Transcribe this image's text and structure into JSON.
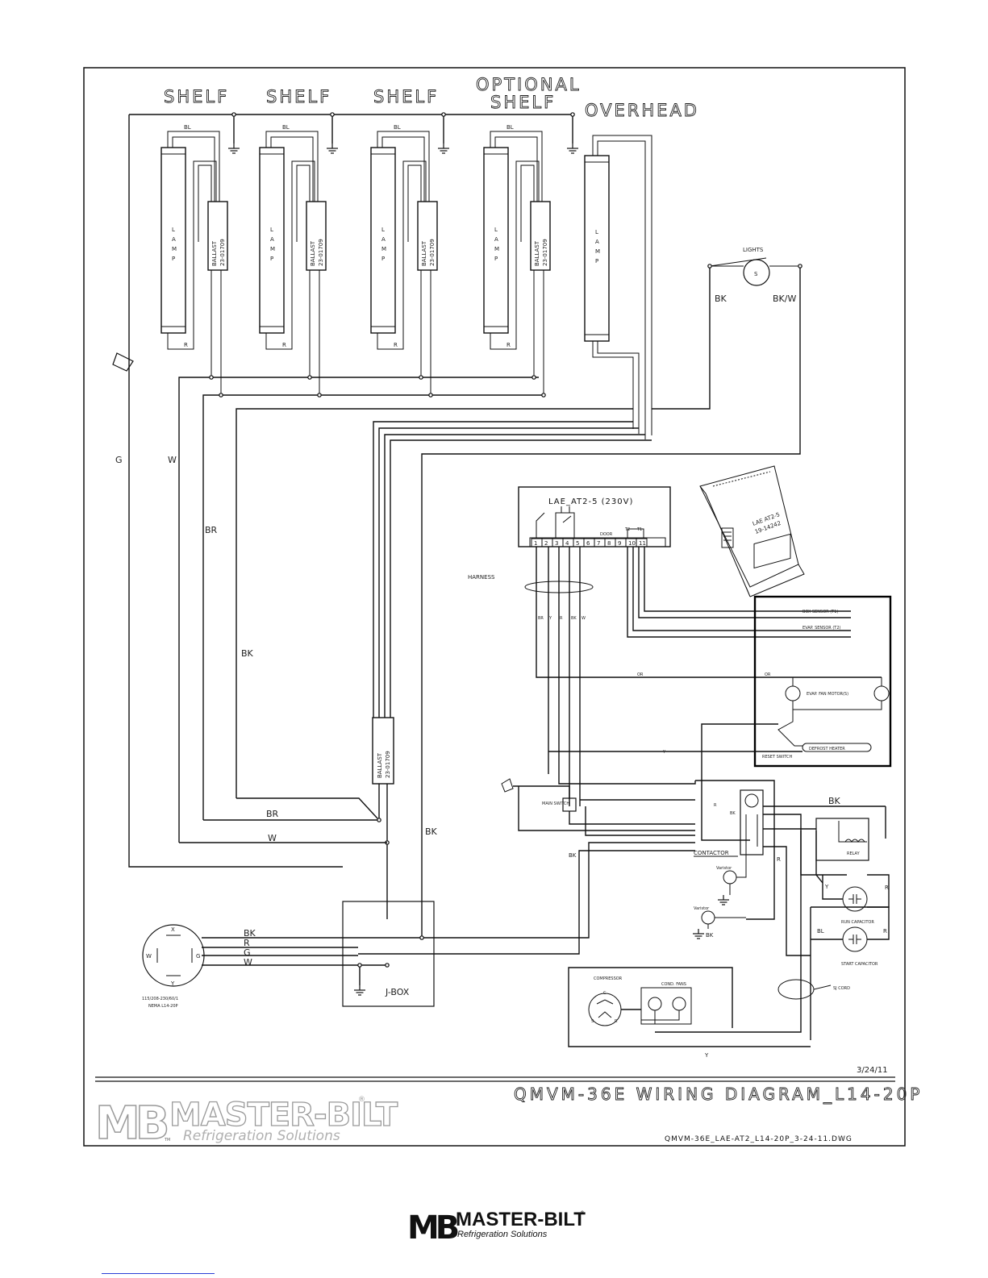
{
  "drawing": {
    "headers": {
      "shelf1": "SHELF",
      "shelf2": "SHELF",
      "shelf3": "SHELF",
      "optional_line1": "OPTIONAL",
      "optional_line2": "SHELF",
      "overhead": "OVERHEAD"
    },
    "lamp_label": "LAMP",
    "ballast_label": "BALLAST",
    "ballast_part": "23-01709",
    "wire_codes": {
      "bl": "BL",
      "r": "R",
      "g": "G",
      "w": "W",
      "br": "BR",
      "bk": "BK",
      "bkw": "BK/W",
      "y": "Y",
      "or": "OR"
    },
    "lights_switch": {
      "label": "LIGHTS",
      "symbol": "S"
    },
    "controller": {
      "title": "LAE_AT2-5 (230V)",
      "terminals": [
        "1",
        "2",
        "3",
        "4",
        "5",
        "6",
        "7",
        "8",
        "9",
        "10",
        "11"
      ],
      "door_label": "DOOR",
      "t2_label": "T2",
      "t1_label": "T1",
      "harness_label": "HARNESS",
      "product_label": "LAE AT2-5",
      "product_part": "19-14242"
    },
    "sensors": {
      "box_sensor": "BOX SENSOR (T1)",
      "evap_sensor": "EVAP. SENSOR (T2)",
      "evap_fan": "EVAP. FAN MOTOR(S)",
      "defrost_heater": "DEFROST HEATER",
      "reset_switch": "RESET SWITCH"
    },
    "components": {
      "main_switch": "MAIN SWITCH",
      "contactor": "CONTACTOR",
      "varistor": "Varistor",
      "relay": "RELAY",
      "run_capacitor": "RUN CAPACITOR",
      "start_capacitor": "START CAPACITOR",
      "compressor": "COMPRESSOR",
      "cond_fans": "COND. FANS",
      "sj_cord": "SJ CORD",
      "jbox": "J-BOX",
      "plug_spec_line1": "115/208-230/60/1",
      "plug_spec_line2": "NEMA L14-20P",
      "plug_x": "X",
      "plug_y": "Y",
      "plug_w": "W",
      "plug_g": "G",
      "comp_c": "C",
      "comp_s": "S",
      "comp_r": "R"
    },
    "title_block": {
      "date": "3/24/11",
      "title": "QMVM-36E WIRING DIAGRAM_L14-20P",
      "filename": "QMVM-36E_LAE-AT2_L14-20P_3-24-11.DWG",
      "logo_letters": "MB",
      "logo_name": "MASTER-BILT",
      "logo_tagline": "Refrigeration Solutions",
      "tm": "TM",
      "reg": "®"
    }
  },
  "footer": {
    "logo_letters": "MB",
    "logo_name": "MASTER-BILT",
    "logo_tagline": "Refrigeration Solutions",
    "reg": "®"
  }
}
